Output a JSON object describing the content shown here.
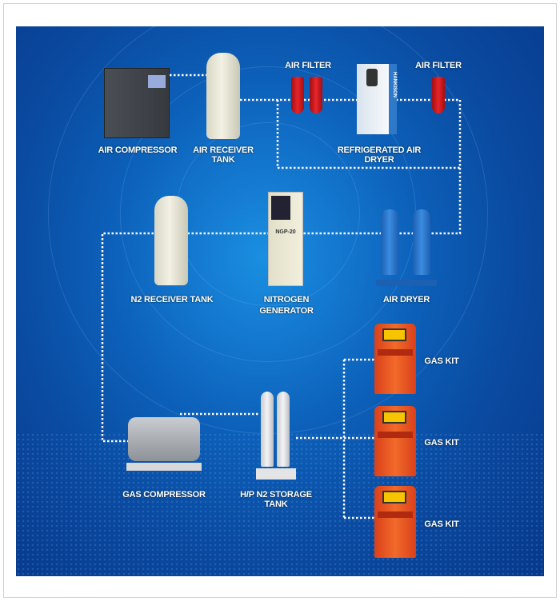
{
  "labels": {
    "air_compressor": "AIR COMPRESSOR",
    "air_receiver_tank": "AIR RECEIVER TANK",
    "air_filter_1": "AIR FILTER",
    "air_filter_2": "AIR FILTER",
    "refrigerated_air_dryer": "REFRIGERATED AIR DRYER",
    "n2_receiver_tank": "N2 RECEIVER TANK",
    "nitrogen_generator_1": "NITROGEN",
    "nitrogen_generator_2": "GENERATOR",
    "air_dryer": "AIR DRYER",
    "gas_compressor": "GAS COMPRESSOR",
    "hp_n2_storage_tank": "H/P N2 STORAGE TANK",
    "gas_kit_1": "GAS KIT",
    "gas_kit_2": "GAS KIT",
    "gas_kit_3": "GAS KIT"
  },
  "device_text": {
    "generator_model": "NGP-20",
    "dryer_brand": "HANKISON"
  },
  "colors": {
    "background": "#0c5fb8",
    "line": "#ffffff",
    "filter": "#e5252a",
    "kit": "#f26a2a"
  }
}
